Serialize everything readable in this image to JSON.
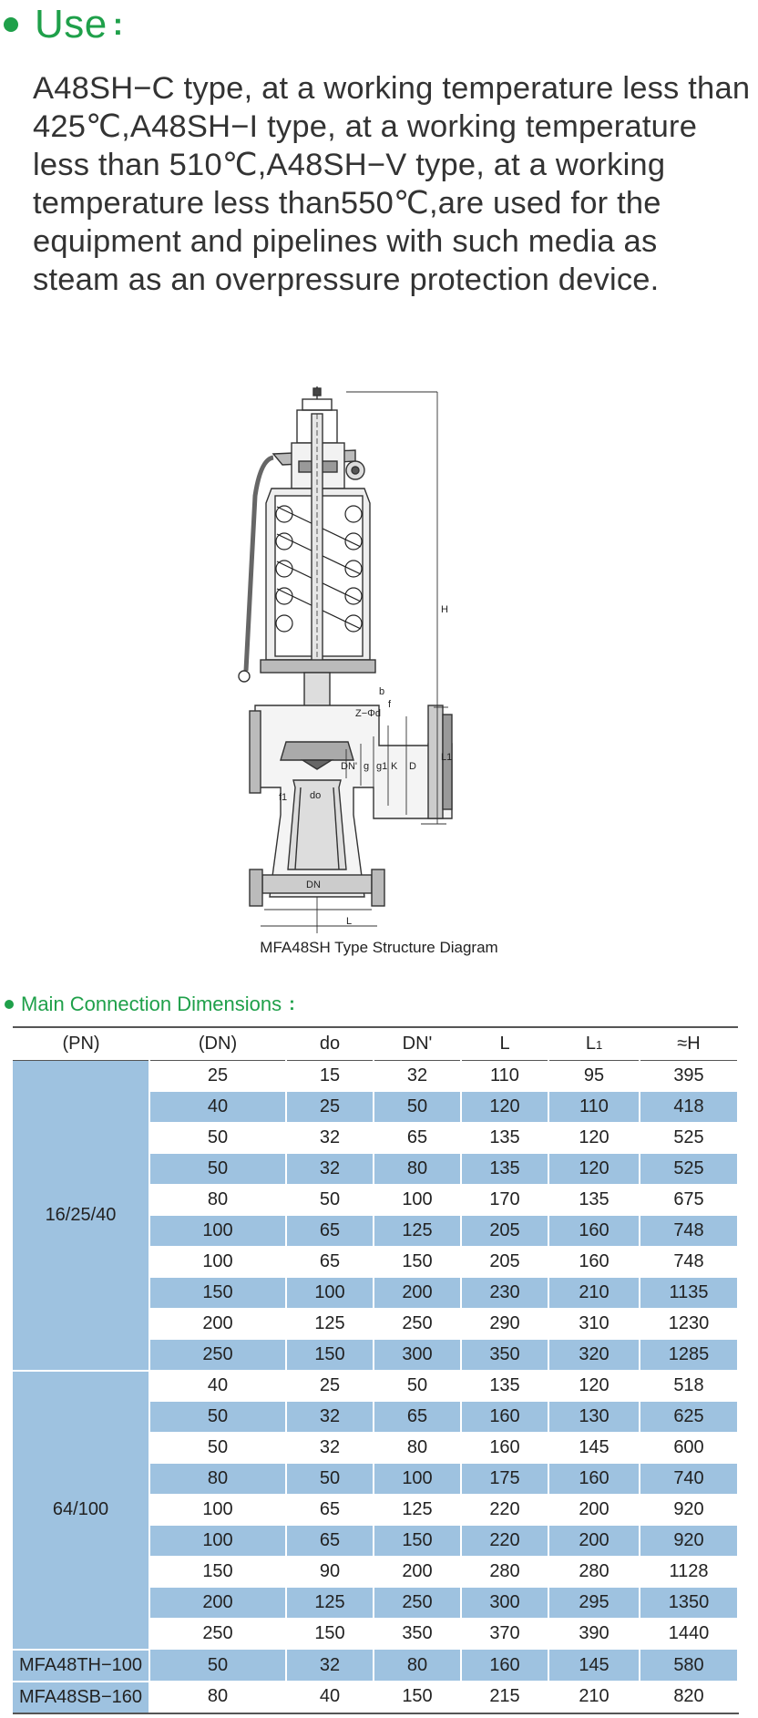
{
  "use_section": {
    "title": "Use",
    "colon": ":",
    "description": "A48SH−C type, at a working temperature less than 425℃,A48SH−I type, at a working temperature less than 510℃,A48SH−V type, at a working temperature less than550℃,are used for the equipment and pipelines with such media as steam as an overpressure protection device."
  },
  "diagram": {
    "caption": "MFA48SH Type Structure Diagram",
    "labels": {
      "H": "H",
      "L1": "L1",
      "D": "D",
      "K": "K",
      "g1": "g1",
      "g": "g",
      "DN_prime": "DN'",
      "b": "b",
      "f": "f",
      "z_d": "Z−Φd",
      "f1": "f1",
      "do": "do",
      "DN": "DN",
      "L": "L"
    }
  },
  "dimensions_section": {
    "title": "Main Connection Dimensions",
    "colon": ":",
    "headers": [
      "(PN)",
      "(DN)",
      "do",
      "DN'",
      "L",
      "L",
      "≈H"
    ],
    "header_L1_sub": "1",
    "groups": [
      {
        "pn": "16/25/40",
        "rows": [
          [
            "25",
            "15",
            "32",
            "110",
            "95",
            "395"
          ],
          [
            "40",
            "25",
            "50",
            "120",
            "110",
            "418"
          ],
          [
            "50",
            "32",
            "65",
            "135",
            "120",
            "525"
          ],
          [
            "50",
            "32",
            "80",
            "135",
            "120",
            "525"
          ],
          [
            "80",
            "50",
            "100",
            "170",
            "135",
            "675"
          ],
          [
            "100",
            "65",
            "125",
            "205",
            "160",
            "748"
          ],
          [
            "100",
            "65",
            "150",
            "205",
            "160",
            "748"
          ],
          [
            "150",
            "100",
            "200",
            "230",
            "210",
            "1135"
          ],
          [
            "200",
            "125",
            "250",
            "290",
            "310",
            "1230"
          ],
          [
            "250",
            "150",
            "300",
            "350",
            "320",
            "1285"
          ]
        ]
      },
      {
        "pn": "64/100",
        "rows": [
          [
            "40",
            "25",
            "50",
            "135",
            "120",
            "518"
          ],
          [
            "50",
            "32",
            "65",
            "160",
            "130",
            "625"
          ],
          [
            "50",
            "32",
            "80",
            "160",
            "145",
            "600"
          ],
          [
            "80",
            "50",
            "100",
            "175",
            "160",
            "740"
          ],
          [
            "100",
            "65",
            "125",
            "220",
            "200",
            "920"
          ],
          [
            "100",
            "65",
            "150",
            "220",
            "200",
            "920"
          ],
          [
            "150",
            "90",
            "200",
            "280",
            "280",
            "1128"
          ],
          [
            "200",
            "125",
            "250",
            "300",
            "295",
            "1350"
          ],
          [
            "250",
            "150",
            "350",
            "370",
            "390",
            "1440"
          ]
        ]
      },
      {
        "pn": "MFA48TH−100",
        "rows": [
          [
            "50",
            "32",
            "80",
            "160",
            "145",
            "580"
          ]
        ]
      },
      {
        "pn": "MFA48SB−160",
        "rows": [
          [
            "80",
            "40",
            "150",
            "215",
            "210",
            "820"
          ]
        ]
      }
    ]
  }
}
